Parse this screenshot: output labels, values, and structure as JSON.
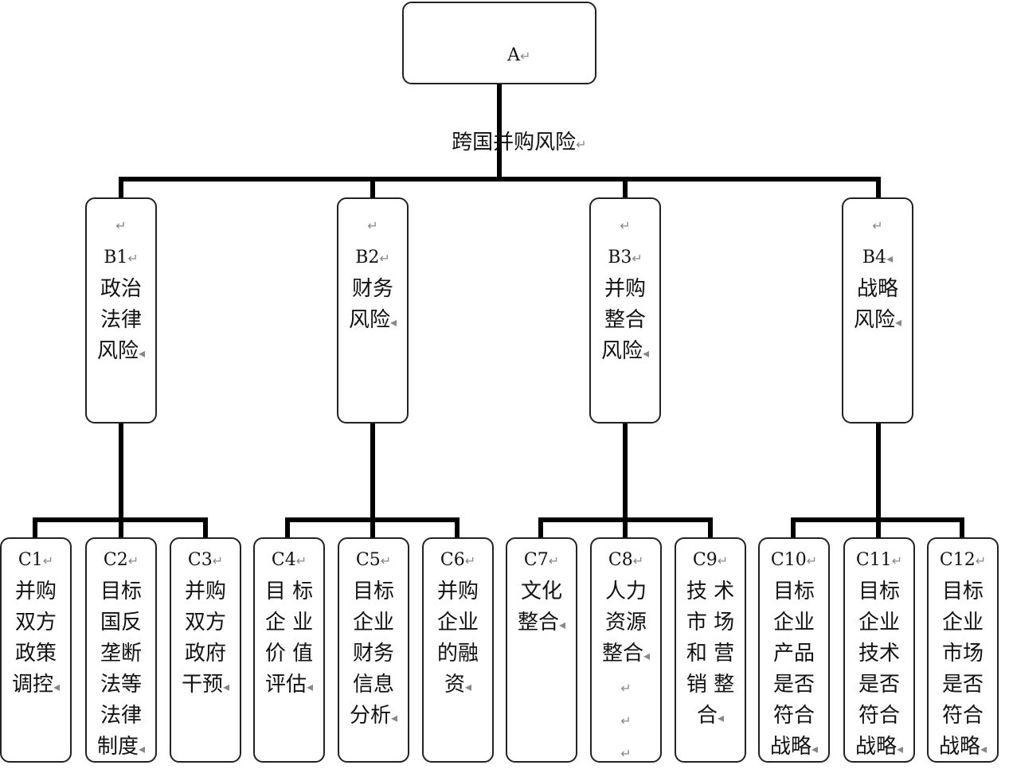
{
  "root": {
    "code": "A",
    "name": "跨国并购风险"
  },
  "categories": [
    {
      "code": "B1",
      "lines": [
        "政治",
        "法律",
        "风险"
      ]
    },
    {
      "code": "B2",
      "lines": [
        "财务",
        "风险"
      ]
    },
    {
      "code": "B3",
      "lines": [
        "并购",
        "整合",
        "风险"
      ]
    },
    {
      "code": "B4",
      "lines": [
        "战略",
        "风险"
      ]
    }
  ],
  "factors": [
    {
      "code": "C1",
      "lines": [
        "并购",
        "双方",
        "政策",
        "调控"
      ]
    },
    {
      "code": "C2",
      "lines": [
        "目标",
        "国反",
        "垄断",
        "法等",
        "法律",
        "制度"
      ]
    },
    {
      "code": "C3",
      "lines": [
        "并购",
        "双方",
        "政府",
        "干预"
      ]
    },
    {
      "code": "C4",
      "lines": [
        "目 标",
        "企 业",
        "价 值",
        "评估"
      ]
    },
    {
      "code": "C5",
      "lines": [
        "目标",
        "企业",
        "财务",
        "信息",
        "分析"
      ]
    },
    {
      "code": "C6",
      "lines": [
        "并购",
        "企业",
        "的融",
        "资"
      ]
    },
    {
      "code": "C7",
      "lines": [
        "文化",
        "整合"
      ]
    },
    {
      "code": "C8",
      "lines": [
        "人力",
        "资源",
        "整合"
      ]
    },
    {
      "code": "C9",
      "lines": [
        "技 术",
        "市 场",
        "和 营",
        "销 整",
        "合"
      ]
    },
    {
      "code": "C10",
      "lines": [
        "目标",
        "企业",
        "产品",
        "是否",
        "符合",
        "战略"
      ]
    },
    {
      "code": "C11",
      "lines": [
        "目标",
        "企业",
        "技术",
        "是否",
        "符合",
        "战略"
      ]
    },
    {
      "code": "C12",
      "lines": [
        "目标",
        "企业",
        "市场",
        "是否",
        "符合",
        "战略"
      ]
    }
  ],
  "marks": {
    "return": "↵",
    "arrow": "◂"
  }
}
